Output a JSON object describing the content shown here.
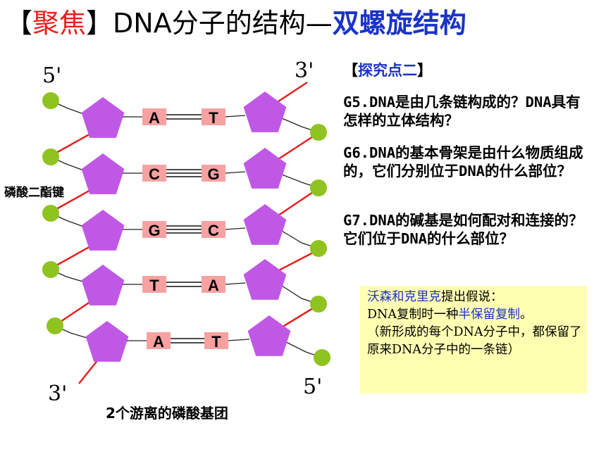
{
  "title": {
    "open_bracket": "【",
    "focus": "聚焦",
    "close_bracket": "】",
    "main": "DNA分子的结构—",
    "sub": "双螺旋结构"
  },
  "section": {
    "open_bracket": "【",
    "label": "探究点二",
    "close_bracket": "】"
  },
  "questions": {
    "g5": "G5.DNA是由几条链构成的？DNA具有怎样的立体结构？",
    "g6": "G6.DNA的基本骨架是由什么物质组成的，它们分别位于DNA的什么部位？",
    "g7": "G7.DNA的碱基是如何配对和连接的？它们位于DNA的什么部位？"
  },
  "note": {
    "names": "沃森和克里克",
    "text1": "提出假说：",
    "text2": "DNA复制时一种",
    "term": "半保留复制",
    "text3": "。",
    "text4": "（新形成的每个DNA分子中，都保留了原来DNA分子中的一条链）"
  },
  "diagram": {
    "end_labels": {
      "top_left": "5'",
      "top_right": "3'",
      "bottom_left": "3'",
      "bottom_right": "5'"
    },
    "bond_label": "磷酸二酯键",
    "caption": "2个游离的磷酸基团",
    "pairs": [
      {
        "left": "A",
        "right": "T",
        "bonds": 2
      },
      {
        "left": "C",
        "right": "G",
        "bonds": 3
      },
      {
        "left": "G",
        "right": "C",
        "bonds": 3
      },
      {
        "left": "T",
        "right": "A",
        "bonds": 2
      },
      {
        "left": "A",
        "right": "T",
        "bonds": 2
      }
    ],
    "colors": {
      "phosphate": "#8fc31f",
      "sugar": "#c058e6",
      "base": "#f7a1a1",
      "bond_line": "#e82020"
    }
  }
}
